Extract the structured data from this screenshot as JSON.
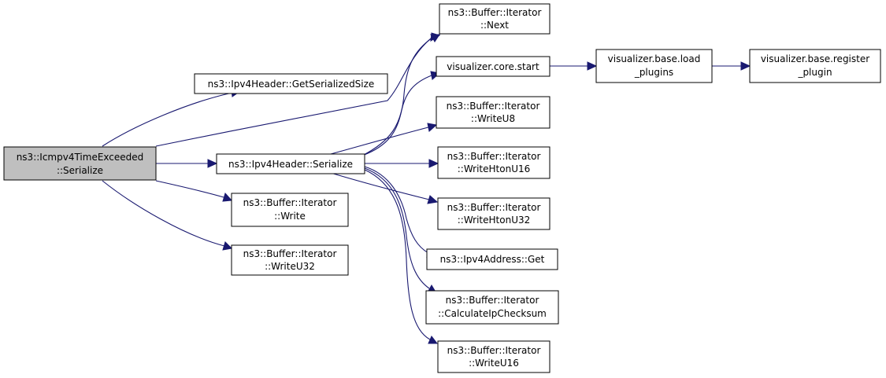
{
  "colors": {
    "edge": "#191970",
    "root_fill": "#bfbfbf",
    "node_fill": "#ffffff",
    "node_border": "#000000"
  },
  "nodes": {
    "root": {
      "line1": "ns3::Icmpv4TimeExceeded",
      "line2": "::Serialize"
    },
    "getsize": {
      "line1": "ns3::Ipv4Header::GetSerializedSize"
    },
    "v4serialize": {
      "line1": "ns3::Ipv4Header::Serialize"
    },
    "write": {
      "line1": "ns3::Buffer::Iterator",
      "line2": "::Write"
    },
    "writeu32": {
      "line1": "ns3::Buffer::Iterator",
      "line2": "::WriteU32"
    },
    "next": {
      "line1": "ns3::Buffer::Iterator",
      "line2": "::Next"
    },
    "vizstart": {
      "line1": "visualizer.core.start"
    },
    "loadplugins": {
      "line1": "visualizer.base.load",
      "line2": "_plugins"
    },
    "registerplugin": {
      "line1": "visualizer.base.register",
      "line2": "_plugin"
    },
    "writeu8": {
      "line1": "ns3::Buffer::Iterator",
      "line2": "::WriteU8"
    },
    "writehtonu16": {
      "line1": "ns3::Buffer::Iterator",
      "line2": "::WriteHtonU16"
    },
    "writehtonu32": {
      "line1": "ns3::Buffer::Iterator",
      "line2": "::WriteHtonU32"
    },
    "addrget": {
      "line1": "ns3::Ipv4Address::Get"
    },
    "checksum": {
      "line1": "ns3::Buffer::Iterator",
      "line2": "::CalculateIpChecksum"
    },
    "writeu16": {
      "line1": "ns3::Buffer::Iterator",
      "line2": "::WriteU16"
    }
  }
}
